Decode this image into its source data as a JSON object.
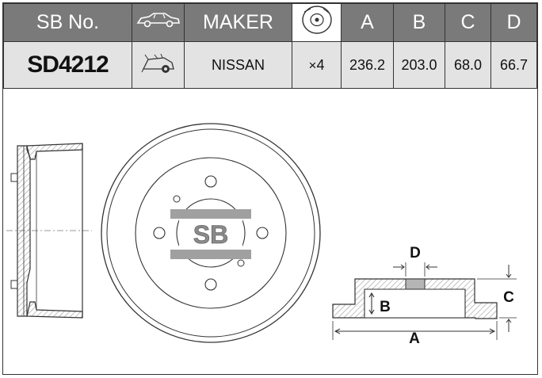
{
  "header": {
    "sb_no_label": "SB No.",
    "car_icon": "car-icon",
    "maker_label": "MAKER",
    "disc_icon": "brake-drum-icon",
    "col_a": "A",
    "col_b": "B",
    "col_c": "C",
    "col_d": "D"
  },
  "row": {
    "part_number": "SD4212",
    "position_icon": "rear-axle-icon",
    "maker": "NISSAN",
    "holes_prefix": "×",
    "holes": "4",
    "a": "236.2",
    "b": "203.0",
    "c": "68.0",
    "d": "66.7"
  },
  "drawing": {
    "logo_text": "SB",
    "dim_a": "A",
    "dim_b": "B",
    "dim_c": "C",
    "dim_d": "D"
  },
  "colors": {
    "header_bg": "#7a7a7a",
    "row_bg": "#e3e3e3",
    "hatch": "#9a9a9a",
    "logo_bar": "#a0a0a0"
  }
}
